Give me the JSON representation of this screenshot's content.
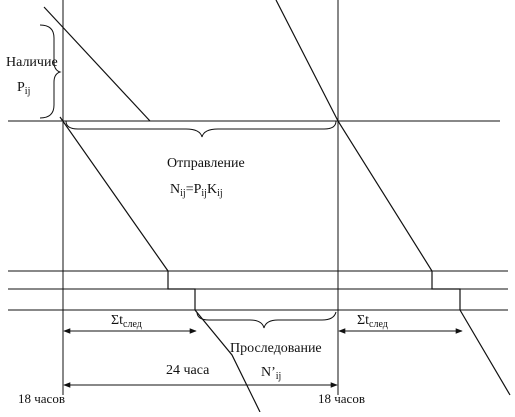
{
  "labels": {
    "availability": "Наличие",
    "p_main": "P",
    "p_sub": "ij",
    "departure": "Отправление",
    "n_main": "N",
    "n_sub1": "ij",
    "n_eq": "=P",
    "n_sub2": "ij",
    "n_k": "K",
    "n_sub3": "ij",
    "sigma_left_main": "Σt",
    "sigma_left_sub": "след",
    "sigma_right_main": "Σt",
    "sigma_right_sub": "след",
    "follow": "Проследование",
    "n_prime_main": "N’",
    "n_prime_sub": "ij",
    "hours24": "24 часа",
    "hour18_left": "18 часов",
    "hour18_right": "18 часов"
  }
}
